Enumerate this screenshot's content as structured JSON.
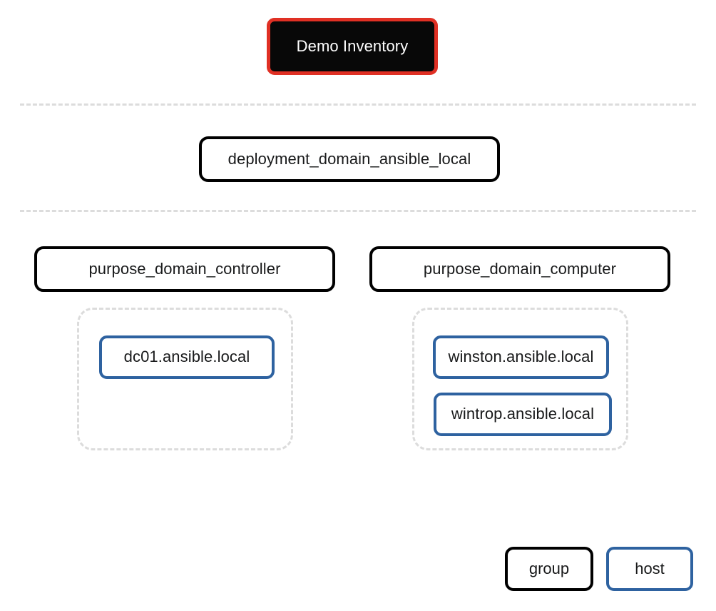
{
  "diagram": {
    "title": "Demo Inventory",
    "type": "ansible-inventory-tree",
    "colors": {
      "root_fill": "#080808",
      "root_border": "#e03024",
      "root_text": "#ffffff",
      "group_border": "#000000",
      "host_border": "#2e62a0",
      "dashed_gray": "#dcdcdc",
      "background": "#ffffff",
      "text": "#18191a"
    }
  },
  "root": {
    "label": "Demo Inventory"
  },
  "separators": [
    {
      "name": "separator-below-root"
    },
    {
      "name": "separator-below-deployment"
    }
  ],
  "deployment": {
    "label": "deployment_domain_ansible_local"
  },
  "groups": [
    {
      "label": "purpose_domain_controller",
      "hosts": [
        {
          "label": "dc01.ansible.local"
        }
      ]
    },
    {
      "label": "purpose_domain_computer",
      "hosts": [
        {
          "label": "winston.ansible.local"
        },
        {
          "label": "wintrop.ansible.local"
        }
      ]
    }
  ],
  "legend": {
    "group_label": "group",
    "host_label": "host"
  }
}
